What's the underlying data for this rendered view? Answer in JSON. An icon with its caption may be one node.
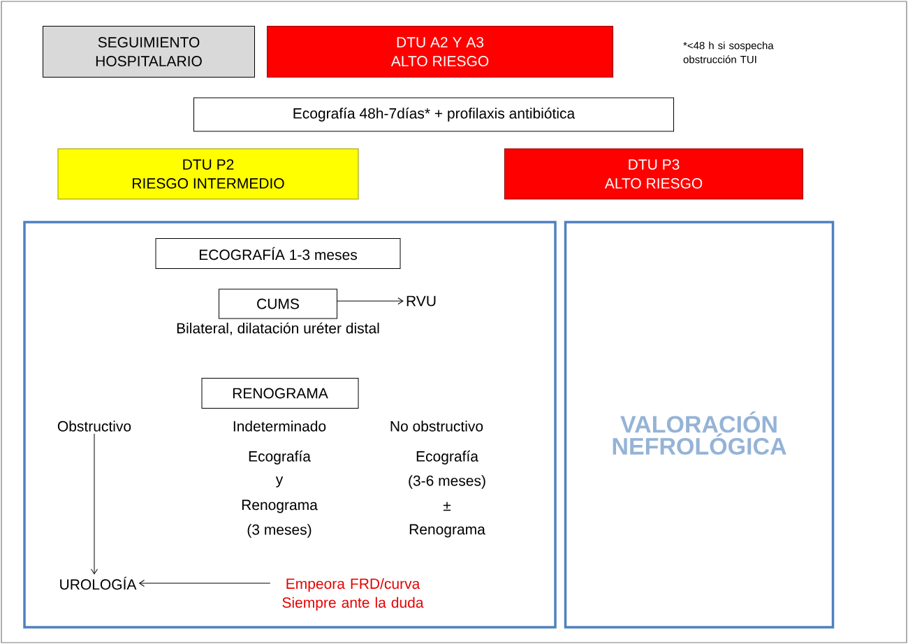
{
  "diagram": {
    "nodes": [
      {
        "text": [
          "SEGUIMIENTO HOSPITALARIO"
        ]
      },
      {
        "text": [
          "DTU A2 Y A3",
          "ALTO RIESGO"
        ]
      },
      {
        "text": [
          "Ecografía 48h-7días* + profilaxis antibiótica"
        ]
      },
      {
        "text": [
          "DTU P2",
          "RIESGO INTERMEDIO"
        ]
      },
      {
        "text": [
          "DTU P3",
          "ALTO RIESGO"
        ]
      },
      {
        "text": [],
        "shape": "box"
      },
      {
        "text": [
          "VALORACIÓN NEFROLÓGICA"
        ]
      },
      {
        "text": [
          "ECOGRAFÍA 1-3 meses"
        ],
        "in": 5
      },
      {
        "text": [
          "CUMS"
        ],
        "in": 5,
        "beside": [
          "Bilateral, dilatación uréter distal"
        ]
      },
      {
        "text": [
          "RVU"
        ],
        "in": 5
      },
      {
        "text": [
          "RENOGRAMA"
        ],
        "in": 5
      },
      {
        "text": [
          "Obstructivo"
        ],
        "in": 5
      },
      {
        "text": [
          "UROLOGÍA"
        ],
        "in": 5
      },
      {
        "text": [
          "Empeora FRD/curva Siempre ante la duda"
        ],
        "in": 5
      }
    ],
    "edges": [
      {
        "from": 8,
        "to": 9,
        "arrow": "to"
      },
      {
        "from": 11,
        "to": 12,
        "arrow": "to"
      },
      {
        "from": 13,
        "to": 12,
        "arrow": "to"
      }
    ],
    "labels": [
      "*<48 h si sospecha obstrucción TUI",
      "Indeterminado",
      "No obstructivo",
      "Ecografía",
      "Ecografía",
      "y",
      "(3-6 meses)",
      "Renograma",
      "±",
      "(3 meses)",
      "Renograma"
    ]
  }
}
